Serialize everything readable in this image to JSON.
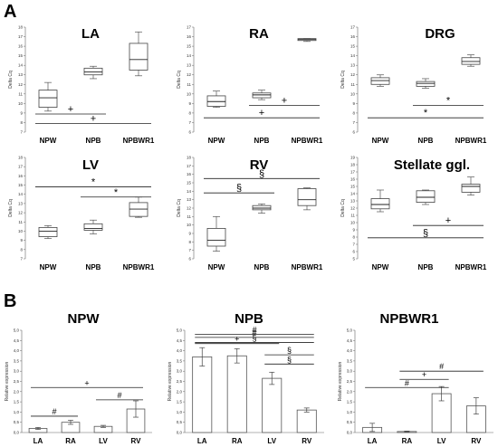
{
  "figure": {
    "label_A": "A",
    "label_B": "B"
  },
  "chart_data": [
    {
      "type": "box",
      "title": "LA",
      "ylabel": "Delta Cq",
      "ylim": [
        7,
        18
      ],
      "categories": [
        "NPW",
        "NPB",
        "NPBWR1"
      ],
      "boxes": [
        {
          "min": 9.2,
          "q1": 9.6,
          "median": 10.6,
          "q3": 11.4,
          "max": 12.2
        },
        {
          "min": 12.6,
          "q1": 13.0,
          "median": 13.3,
          "q3": 13.7,
          "max": 13.9
        },
        {
          "min": 12.9,
          "q1": 13.5,
          "median": 14.6,
          "q3": 16.3,
          "max": 17.5
        }
      ],
      "annotations": [
        {
          "symbol": "+",
          "from": "NPW",
          "to": "NPB",
          "y": 8.9
        },
        {
          "symbol": "+",
          "from": "NPW",
          "to": "NPBWR1",
          "y": 7.9
        }
      ]
    },
    {
      "type": "box",
      "title": "RA",
      "ylabel": "Delta Cq",
      "ylim": [
        6,
        17
      ],
      "categories": [
        "NPW",
        "NPB",
        "NPBWR1"
      ],
      "boxes": [
        {
          "min": 8.6,
          "q1": 8.7,
          "median": 9.2,
          "q3": 9.8,
          "max": 10.3
        },
        {
          "min": 9.4,
          "q1": 9.6,
          "median": 9.9,
          "q3": 10.1,
          "max": 10.4
        },
        {
          "min": 15.5,
          "q1": 15.6,
          "median": 15.7,
          "q3": 15.8,
          "max": 15.8
        }
      ],
      "annotations": [
        {
          "symbol": "+",
          "from": "NPB",
          "to": "NPBWR1",
          "y": 8.8
        },
        {
          "symbol": "+",
          "from": "NPW",
          "to": "NPBWR1",
          "y": 7.5
        }
      ]
    },
    {
      "type": "box",
      "title": "DRG",
      "ylabel": "Delta Cq",
      "ylim": [
        6,
        17
      ],
      "categories": [
        "NPW",
        "NPB",
        "NPBWR1"
      ],
      "boxes": [
        {
          "min": 10.8,
          "q1": 11.0,
          "median": 11.4,
          "q3": 11.7,
          "max": 12.0
        },
        {
          "min": 10.6,
          "q1": 10.8,
          "median": 11.1,
          "q3": 11.3,
          "max": 11.6
        },
        {
          "min": 12.9,
          "q1": 13.1,
          "median": 13.4,
          "q3": 13.8,
          "max": 14.1
        }
      ],
      "annotations": [
        {
          "symbol": "*",
          "from": "NPB",
          "to": "NPBWR1",
          "y": 8.8
        },
        {
          "symbol": "*",
          "from": "NPW",
          "to": "NPBWR1",
          "y": 7.5
        }
      ]
    },
    {
      "type": "box",
      "title": "LV",
      "ylabel": "Delta Cq",
      "ylim": [
        7,
        18
      ],
      "categories": [
        "NPW",
        "NPB",
        "NPBWR1"
      ],
      "boxes": [
        {
          "min": 9.2,
          "q1": 9.4,
          "median": 10.0,
          "q3": 10.4,
          "max": 10.6
        },
        {
          "min": 9.7,
          "q1": 10.1,
          "median": 10.3,
          "q3": 10.8,
          "max": 11.2
        },
        {
          "min": 11.5,
          "q1": 11.6,
          "median": 12.4,
          "q3": 13.1,
          "max": 13.7
        }
      ],
      "annotations": [
        {
          "symbol": "*",
          "from": "NPW",
          "to": "NPBWR1",
          "y": 14.8
        },
        {
          "symbol": "*",
          "from": "NPB",
          "to": "NPBWR1",
          "y": 13.7
        }
      ]
    },
    {
      "type": "box",
      "title": "RV",
      "ylabel": "Delta Cq",
      "ylim": [
        6,
        18
      ],
      "categories": [
        "NPW",
        "NPB",
        "NPBWR1"
      ],
      "boxes": [
        {
          "min": 6.9,
          "q1": 7.5,
          "median": 8.2,
          "q3": 9.6,
          "max": 11.0
        },
        {
          "min": 11.4,
          "q1": 11.8,
          "median": 12.0,
          "q3": 12.3,
          "max": 12.5
        },
        {
          "min": 11.8,
          "q1": 12.3,
          "median": 13.0,
          "q3": 14.3,
          "max": 14.4
        }
      ],
      "annotations": [
        {
          "symbol": "§",
          "from": "NPW",
          "to": "NPBWR1",
          "y": 15.5
        },
        {
          "symbol": "§",
          "from": "NPW",
          "to": "NPB",
          "y": 13.8
        }
      ]
    },
    {
      "type": "box",
      "title": "Stellate ggl.",
      "ylabel": "Delta Cq",
      "ylim": [
        5,
        19
      ],
      "categories": [
        "NPW",
        "NPB",
        "NPBWR1"
      ],
      "boxes": [
        {
          "min": 11.5,
          "q1": 11.9,
          "median": 12.5,
          "q3": 13.3,
          "max": 14.5
        },
        {
          "min": 12.5,
          "q1": 12.8,
          "median": 13.5,
          "q3": 14.4,
          "max": 14.5
        },
        {
          "min": 13.8,
          "q1": 14.2,
          "median": 15.0,
          "q3": 15.3,
          "max": 16.3
        }
      ],
      "annotations": [
        {
          "symbol": "+",
          "from": "NPB",
          "to": "NPBWR1",
          "y": 9.6
        },
        {
          "symbol": "§",
          "from": "NPW",
          "to": "NPBWR1",
          "y": 7.9
        }
      ]
    },
    {
      "type": "bar",
      "title": "NPW",
      "ylabel": "Relative expression",
      "ylim": [
        0,
        5
      ],
      "categories": [
        "LA",
        "RA",
        "LV",
        "RV"
      ],
      "values": [
        0.2,
        0.5,
        0.3,
        1.15
      ],
      "errors": [
        0.05,
        0.1,
        0.05,
        0.4
      ],
      "annotations": [
        {
          "symbol": "#",
          "from": "LA",
          "to": "RA",
          "y": 0.8
        },
        {
          "symbol": "#",
          "from": "LV",
          "to": "RV",
          "y": 1.6
        },
        {
          "symbol": "+",
          "from": "LA",
          "to": "RV",
          "y": 2.2
        }
      ]
    },
    {
      "type": "bar",
      "title": "NPB",
      "ylabel": "Relative expression",
      "ylim": [
        0,
        5
      ],
      "categories": [
        "LA",
        "RA",
        "LV",
        "RV"
      ],
      "values": [
        3.7,
        3.75,
        2.65,
        1.1
      ],
      "errors": [
        0.45,
        0.35,
        0.3,
        0.1
      ],
      "annotations": [
        {
          "symbol": "+",
          "from": "LA",
          "to": "LV",
          "y": 4.35
        },
        {
          "symbol": "§",
          "from": "LA",
          "to": "RV",
          "y": 4.4
        },
        {
          "symbol": "#",
          "from": "LA",
          "to": "RV",
          "y": 4.65
        },
        {
          "symbol": "#",
          "from": "LA",
          "to": "RV",
          "y": 4.8
        },
        {
          "symbol": "§",
          "from": "LV",
          "to": "RV",
          "y": 3.8
        },
        {
          "symbol": "§",
          "from": "LV",
          "to": "RV",
          "y": 3.35
        }
      ]
    },
    {
      "type": "bar",
      "title": "NPBWR1",
      "ylabel": "Relative expression",
      "ylim": [
        0,
        5
      ],
      "categories": [
        "LA",
        "RA",
        "LV",
        "RV"
      ],
      "values": [
        0.25,
        0.05,
        1.9,
        1.3
      ],
      "errors": [
        0.2,
        0.02,
        0.35,
        0.4
      ],
      "annotations": [
        {
          "symbol": "#",
          "from": "RA",
          "to": "RV",
          "y": 3.0
        },
        {
          "symbol": "+",
          "from": "RA",
          "to": "LV",
          "y": 2.6
        },
        {
          "symbol": "#",
          "from": "LA",
          "to": "LV",
          "y": 2.2
        }
      ]
    }
  ]
}
